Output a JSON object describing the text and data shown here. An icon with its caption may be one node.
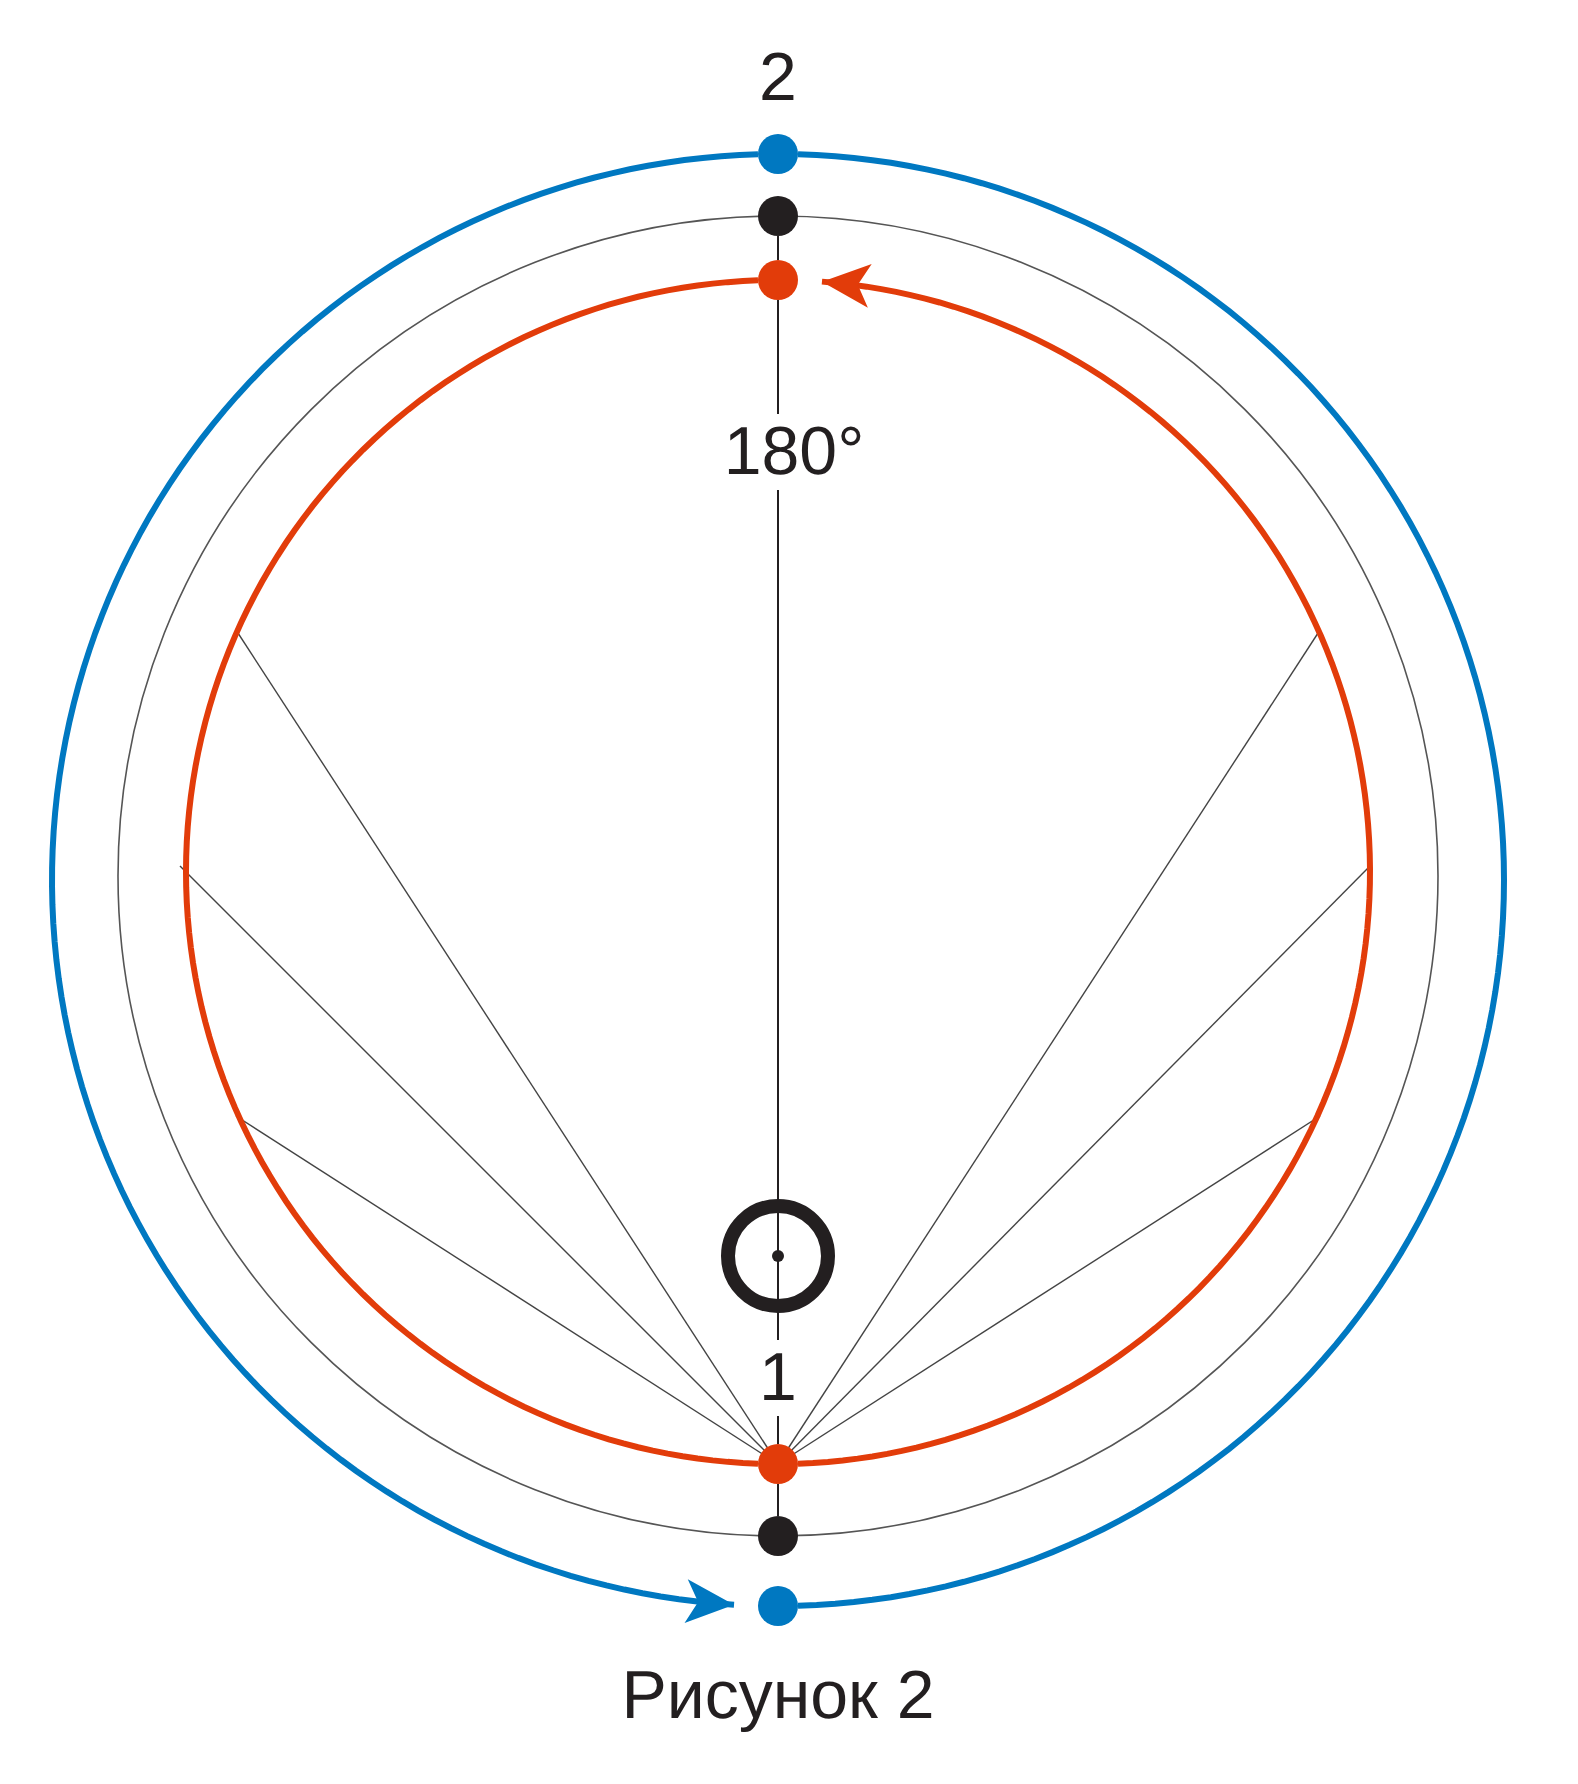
{
  "diagram": {
    "caption": "Рисунок 2",
    "nodes": [
      {
        "text": [],
        "shape": "circle",
        "beside": [
          "2"
        ]
      },
      {
        "text": [],
        "shape": "circle"
      },
      {
        "text": [],
        "shape": "circle"
      },
      {
        "text": [],
        "shape": "circle",
        "beside": [
          "1"
        ]
      },
      {
        "text": [],
        "shape": "circle"
      },
      {
        "text": [],
        "shape": "circle"
      }
    ],
    "edges": [
      {
        "from": 0,
        "to": 5,
        "arrow": "to",
        "color": "#0078c1"
      },
      {
        "from": 0,
        "to": 5,
        "arrow": "none",
        "color": "#0078c1"
      },
      {
        "from": 3,
        "to": 2,
        "arrow": "to",
        "color": "#e23c0a"
      },
      {
        "from": 3,
        "to": 2,
        "arrow": "none",
        "color": "#e23c0a"
      },
      {
        "from": 1,
        "to": 2,
        "arrow": "none",
        "color": "#231f20"
      },
      {
        "from": 2,
        "to": 3,
        "arrow": "none",
        "color": "#231f20"
      },
      {
        "from": 3,
        "to": 4,
        "arrow": "none",
        "color": "#231f20"
      }
    ],
    "labels": [
      "180°"
    ]
  }
}
